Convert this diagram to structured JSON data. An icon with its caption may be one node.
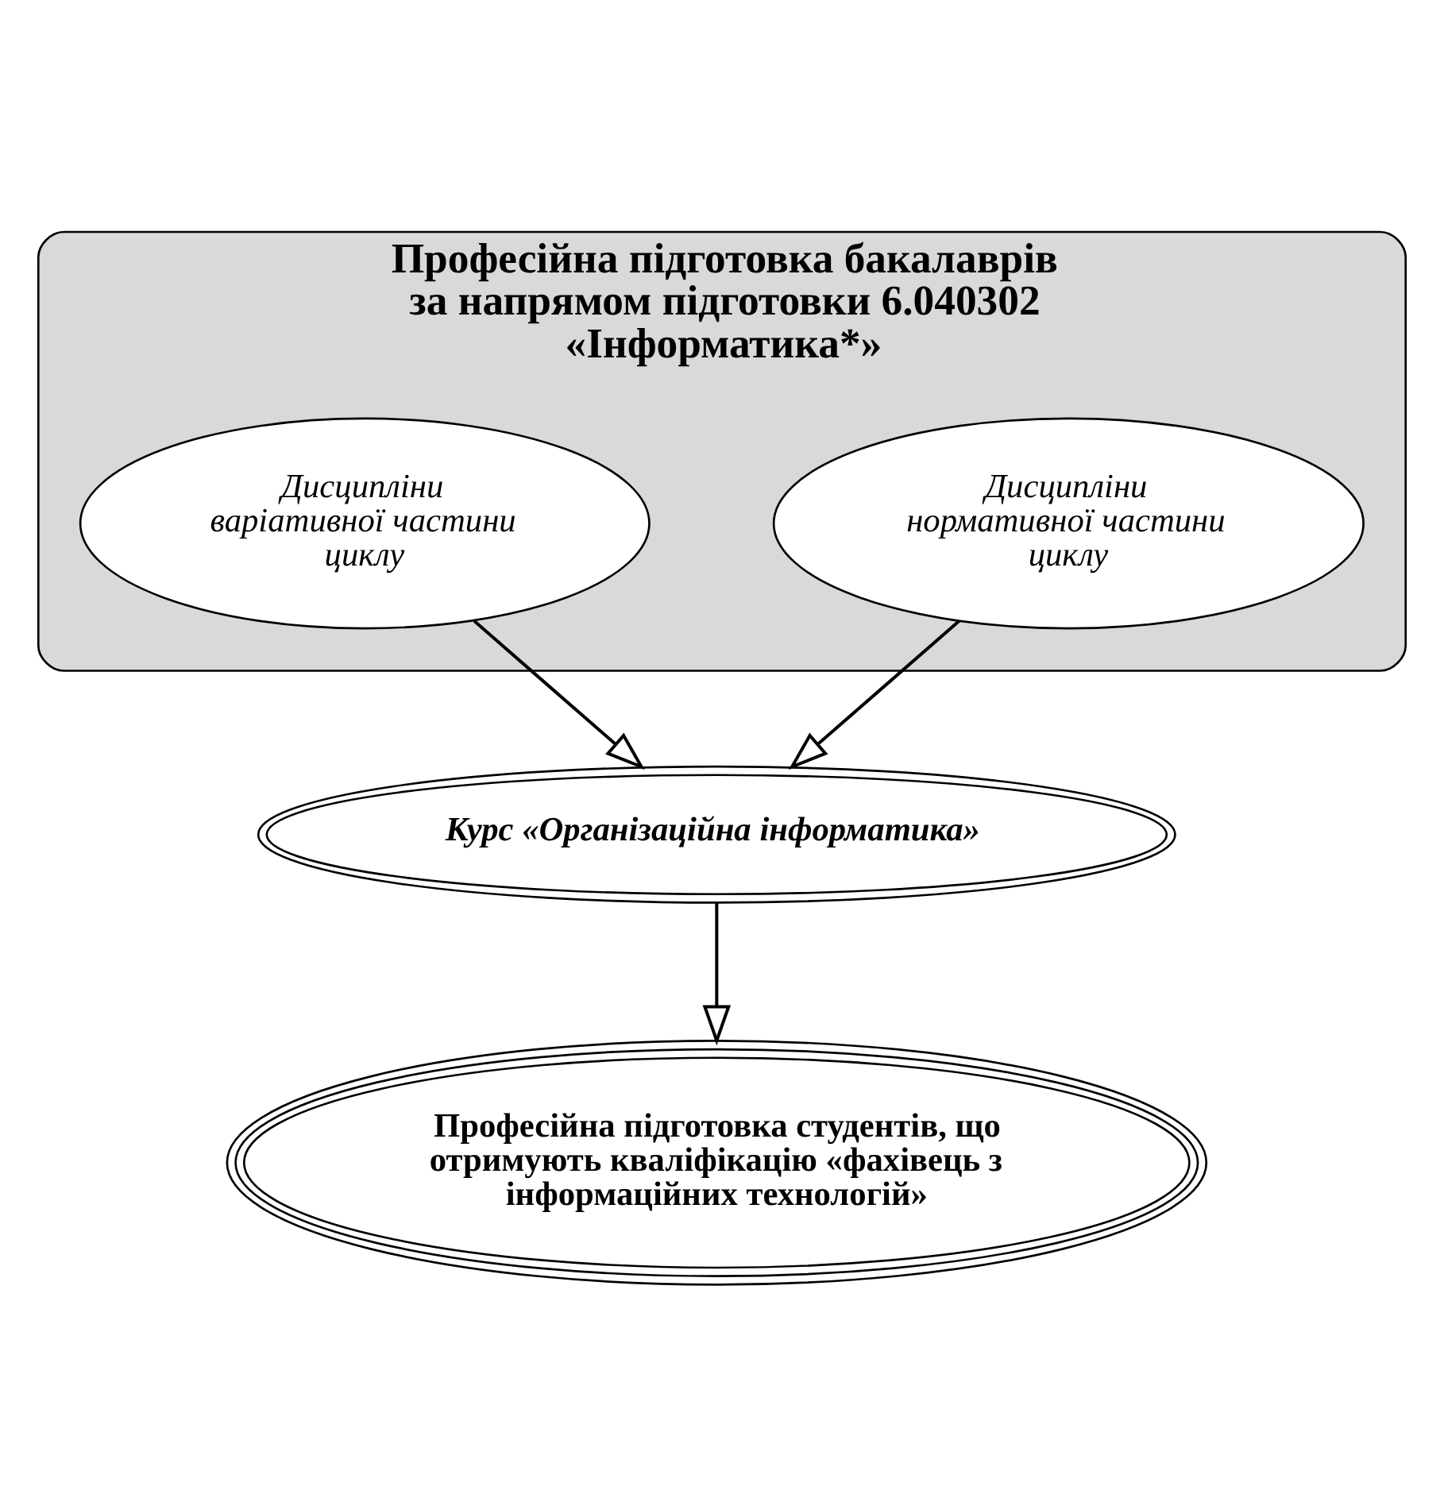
{
  "diagram": {
    "nodes": [
      {
        "text": [
          "Професійна підготовка бакалаврів за напрямом підготовки 6.040302 «Інформатика*»"
        ]
      },
      {
        "text": [
          "Дисципліни нормативної частини циклу"
        ],
        "in": 0
      },
      {
        "text": [
          "Дисципліни варіативної частини циклу"
        ],
        "in": 0
      },
      {
        "text": [
          "Курс «Організаційна інформатика»"
        ]
      },
      {
        "text": [
          "Професійна підготовка студентів, що отримують кваліфікацію «фахівець з інформаційних технологій»"
        ]
      }
    ],
    "edges": [
      {
        "from": 1,
        "to": 3,
        "arrow": "to"
      },
      {
        "from": 2,
        "to": 3,
        "arrow": "to"
      },
      {
        "from": 3,
        "to": 4,
        "arrow": "to"
      }
    ]
  }
}
